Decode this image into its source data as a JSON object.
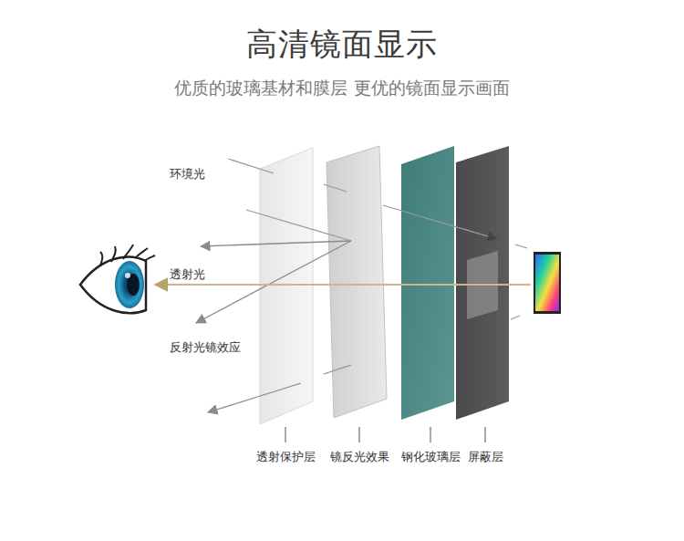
{
  "diagram": {
    "title": "高清镜面显示",
    "labels": [
      "优质的玻璃基材和膜层 更优的镜面显示画面",
      "环境光",
      "透射光",
      "反射光镜效应",
      "透射保护层",
      "镜反光效果",
      "钢化玻璃层",
      "屏蔽层"
    ]
  }
}
